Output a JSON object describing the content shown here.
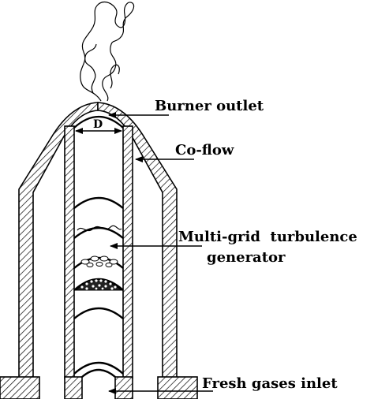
{
  "labels": {
    "burner_outlet": "Burner outlet",
    "co_flow": "Co-flow",
    "turbulence_line1": "Multi-grid  turbulence",
    "turbulence_line2": "generator",
    "fresh_gases": "Fresh gases inlet",
    "diameter": "D"
  },
  "colors": {
    "stroke": "#000000",
    "background": "#ffffff"
  }
}
